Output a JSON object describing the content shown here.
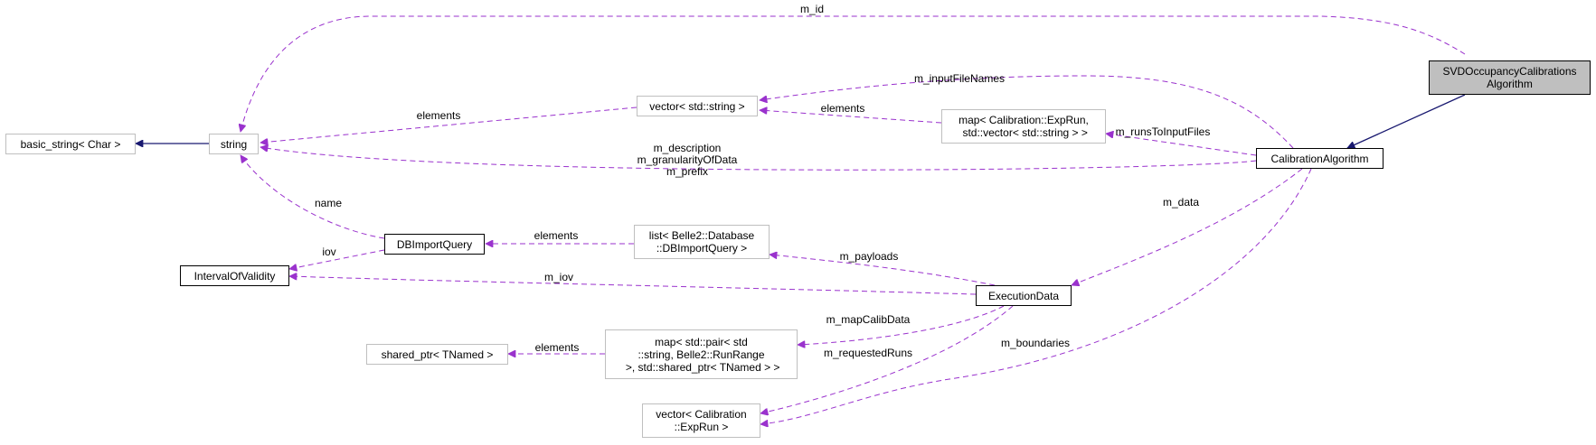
{
  "diagram": {
    "colors": {
      "member_edge": "#9a32cd",
      "inheritance_edge": "#191970",
      "gray_border": "#bfbfbf",
      "selected_fill": "#bfbfbf"
    },
    "nodes": {
      "svd": "SVDOccupancyCalibrations\nAlgorithm",
      "calib_algo": "CalibrationAlgorithm",
      "string": "string",
      "basic_string": "basic_string< Char >",
      "vector_string": "vector< std::string >",
      "map_exprun": "map< Calibration::ExpRun,\n std::vector< std::string > >",
      "dbimport": "DBImportQuery",
      "interval": "IntervalOfValidity",
      "list_dbimport": "list< Belle2::Database\n::DBImportQuery >",
      "execution": "ExecutionData",
      "shared_ptr": "shared_ptr< TNamed >",
      "map_pair": "map< std::pair< std\n::string, Belle2::RunRange\n >, std::shared_ptr< TNamed > >",
      "vector_exprun": "vector< Calibration\n::ExpRun >"
    },
    "edge_labels": {
      "m_id": "m_id",
      "m_inputFileNames": "m_inputFileNames",
      "elements_vector_string": "elements",
      "elements_map_exprun": "elements",
      "m_runsToInputFiles": "m_runsToInputFiles",
      "m_description": "m_description\nm_granularityOfData\nm_prefix",
      "name": "name",
      "iov": "iov",
      "elements_list": "elements",
      "m_payloads": "m_payloads",
      "m_data": "m_data",
      "m_iov": "m_iov",
      "m_mapCalibData": "m_mapCalibData",
      "elements_shared": "elements",
      "m_requestedRuns": "m_requestedRuns",
      "m_boundaries": "m_boundaries"
    }
  }
}
